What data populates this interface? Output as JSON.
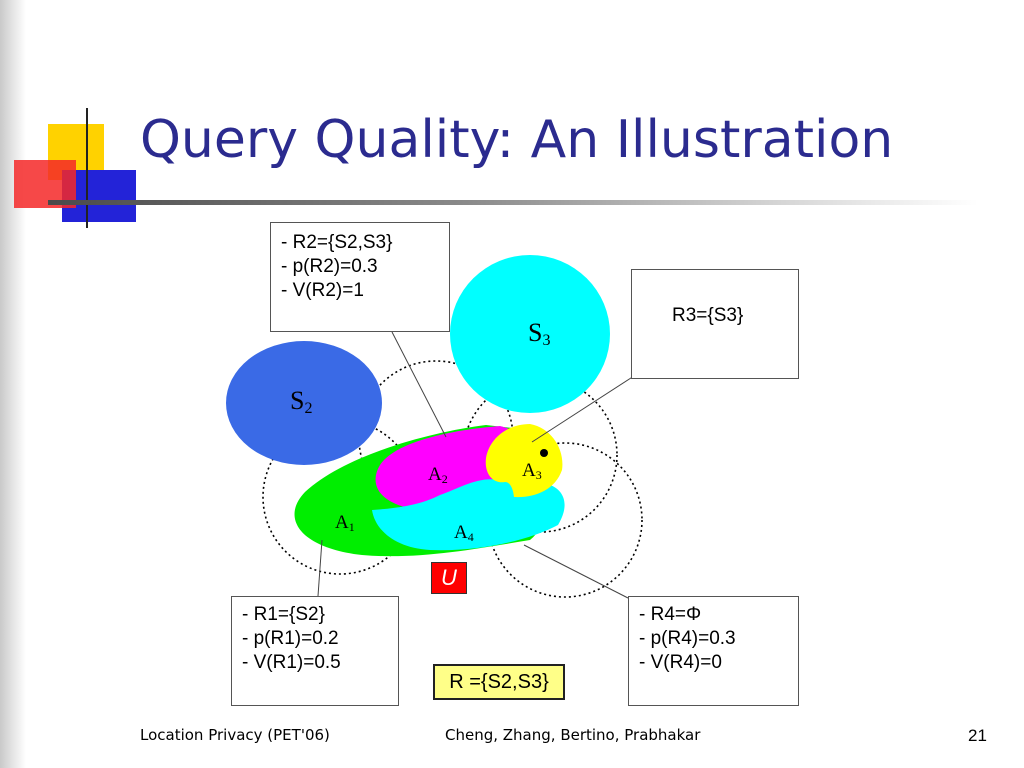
{
  "slide": {
    "title": "Query Quality: An Illustration",
    "footer_left": "Location Privacy (PET'06)",
    "footer_center": "Cheng, Zhang, Bertino, Prabhakar",
    "page_number": "21"
  },
  "diagram": {
    "sensors": [
      {
        "name": "S",
        "sub": "2",
        "color": "#3a6ae6"
      },
      {
        "name": "S",
        "sub": "3",
        "color": "#00ffff"
      }
    ],
    "regions": [
      {
        "name": "A",
        "sub": "1",
        "color": "#00ee00"
      },
      {
        "name": "A",
        "sub": "2",
        "color": "#ff00ff"
      },
      {
        "name": "A",
        "sub": "3",
        "color": "#ffff00"
      },
      {
        "name": "A",
        "sub": "4",
        "color": "#00ffff"
      }
    ],
    "user_label": "U",
    "user_box_color": "#ff0000",
    "box_r1": {
      "l1": "- R1={S2}",
      "l2": "- p(R1)=0.2",
      "l3": "- V(R1)=0.5"
    },
    "box_r2": {
      "l1": "- R2={S2,S3}",
      "l2": "- p(R2)=0.3",
      "l3": "- V(R2)=1"
    },
    "box_r3": {
      "l1": "R3={S3}"
    },
    "box_r4": {
      "l1": "- R4=Φ",
      "l2": "- p(R4)=0.3",
      "l3": "- V(R4)=0"
    },
    "result": "R ={S2,S3}",
    "result_box_color": "#ffff88"
  }
}
